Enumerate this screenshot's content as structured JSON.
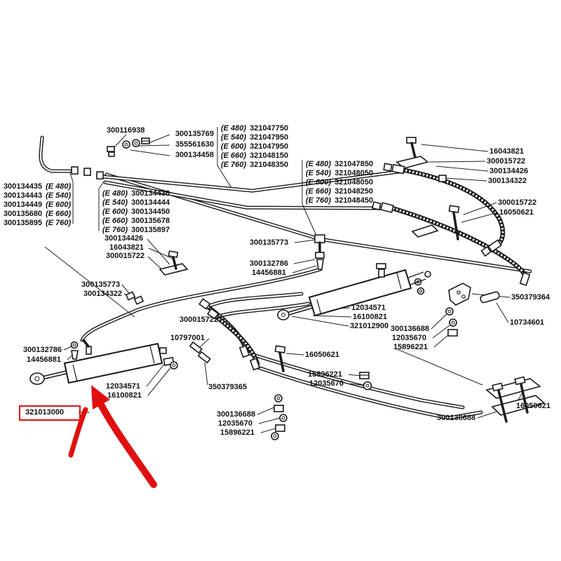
{
  "figure": {
    "description": "Exploded parts diagram of hydraulic lift cylinders, tubes and hoses",
    "highlight_color": "#e01010",
    "highlighted_part": "321013000"
  },
  "parts": {
    "n300116938": "300116938",
    "n300135769": "300135769",
    "n355561630": "355561630",
    "n300134458": "300134458",
    "n16043821": "16043821",
    "n300015722": "300015722",
    "n300134426": "300134426",
    "n300134322": "300134322",
    "n16050621": "16050621",
    "n300135773": "300135773",
    "n300132786": "300132786",
    "n14456881": "14456881",
    "n10797001": "10797001",
    "n12034571": "12034571",
    "n16100821": "16100821",
    "n321012900": "321012900",
    "n321013000": "321013000",
    "n350379365": "350379365",
    "n350379364": "350379364",
    "n10734601": "10734601",
    "n300136688": "300136688",
    "n12035670": "12035670",
    "n15896221": "15896221"
  },
  "variant_groups": {
    "top_tube": [
      {
        "variant": "(E 480)",
        "value": "321047750"
      },
      {
        "variant": "(E 540)",
        "value": "321047950"
      },
      {
        "variant": "(E 600)",
        "value": "321047950"
      },
      {
        "variant": "(E 660)",
        "value": "321048150"
      },
      {
        "variant": "(E 760)",
        "value": "321048350"
      }
    ],
    "left_tube": [
      {
        "value": "300134435",
        "variant": "(E 480)"
      },
      {
        "value": "300134443",
        "variant": "(E 540)"
      },
      {
        "value": "300134449",
        "variant": "(E 600)"
      },
      {
        "value": "300135680",
        "variant": "(E 660)"
      },
      {
        "value": "300135895",
        "variant": "(E 760)"
      }
    ],
    "mid_tube": [
      {
        "variant": "(E 480)",
        "value": "300134436"
      },
      {
        "variant": "(E 540)",
        "value": "300134444"
      },
      {
        "variant": "(E 600)",
        "value": "300134450"
      },
      {
        "variant": "(E 660)",
        "value": "300135678"
      },
      {
        "variant": "(E 760)",
        "value": "300135897"
      }
    ],
    "right_tube": [
      {
        "variant": "(E 480)",
        "value": "321047850"
      },
      {
        "variant": "(E 540)",
        "value": "321048050"
      },
      {
        "variant": "(E 600)",
        "value": "321048050"
      },
      {
        "variant": "(E 660)",
        "value": "321048250"
      },
      {
        "variant": "(E 760)",
        "value": "321048450"
      }
    ]
  }
}
